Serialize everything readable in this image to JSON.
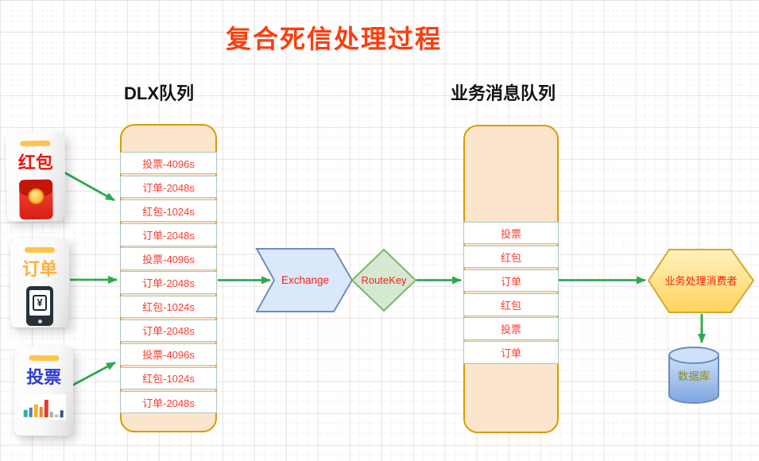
{
  "title": {
    "text": "复合死信处理过程"
  },
  "section_headers": {
    "dlx": "DLX队列",
    "business": "业务消息队列"
  },
  "sources": [
    {
      "label": "红包",
      "icon": "red-packet-icon",
      "label_color": "#f2150a"
    },
    {
      "label": "订单",
      "icon": "phone-pay-icon",
      "label_color": "#ffb03a"
    },
    {
      "label": "投票",
      "icon": "bar-chart-icon",
      "label_color": "#2b3bd6"
    }
  ],
  "phone_screen_symbol": "¥",
  "dlx_queue": {
    "items": [
      "投票-4096s",
      "订单-2048s",
      "红包-1024s",
      "订单-2048s",
      "投票-4096s",
      "订单-2048s",
      "红包-1024s",
      "订单-2048s",
      "投票-4096s",
      "红包-1024s",
      "订单-2048s"
    ]
  },
  "exchange": {
    "label": "Exchange"
  },
  "route_key": {
    "label": "RouteKey"
  },
  "business_queue": {
    "items": [
      "投票",
      "红包",
      "订单",
      "红包",
      "投票",
      "订单"
    ]
  },
  "consumer": {
    "label": "业务处理消费者"
  },
  "database": {
    "label": "数据库"
  },
  "palette": {
    "title_color": "#ff3c0c",
    "queue_fill": "#fce5cd",
    "queue_border": "#d79b00",
    "queue_item_text": "#ff3a2d",
    "queue_item_border": "#a6c7c1",
    "exchange_fill": "#dbe8fb",
    "exchange_border": "#6c8ebf",
    "route_key_fill": "#d5e8d4",
    "route_key_border": "#82b366",
    "consumer_fill": "#ffe18a",
    "consumer_border": "#d8a62a",
    "database_fill_top": "#cfe0f9",
    "database_fill_bottom": "#7ea6e0",
    "database_border": "#6c8ebf",
    "database_text": "#8c8c25",
    "shape_label_red": "#fb1f10",
    "arrow_green": "#2fa84e"
  }
}
